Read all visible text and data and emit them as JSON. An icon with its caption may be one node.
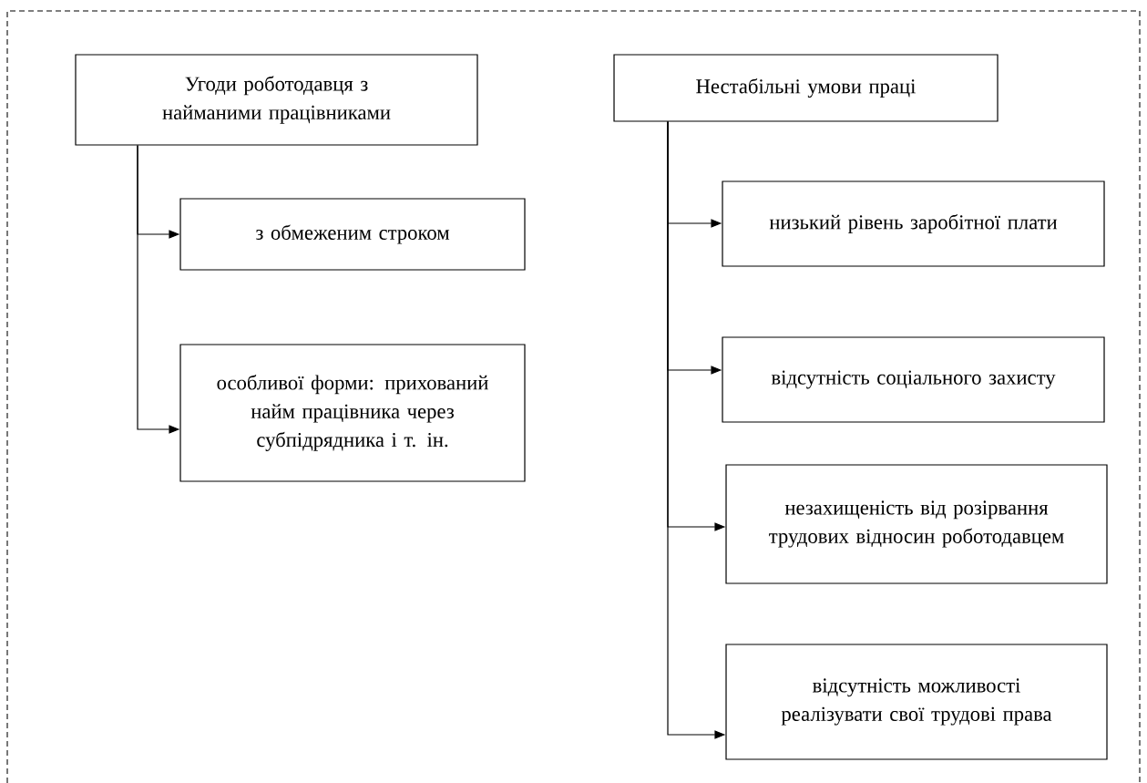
{
  "diagram": {
    "nodes": [
      {
        "text": [
          "Угоди роботодавця з найманими працівниками"
        ]
      },
      {
        "text": [
          "з обмеженим строком"
        ]
      },
      {
        "text": [
          "особливої форми: прихований найм працівника через субпідрядника і т. ін."
        ]
      },
      {
        "text": [
          "Нестабільні умови праці"
        ]
      },
      {
        "text": [
          "низький рівень заробітної плати"
        ]
      },
      {
        "text": [
          "відсутність соціального захисту"
        ]
      },
      {
        "text": [
          "незахищеність від розірвання трудових відносин роботодавцем"
        ]
      },
      {
        "text": [
          "відсутність можливості реалізувати свої  трудові права"
        ]
      }
    ],
    "edges": [
      {
        "from": 0,
        "to": 1,
        "arrow": "to"
      },
      {
        "from": 0,
        "to": 2,
        "arrow": "to"
      },
      {
        "from": 3,
        "to": 4,
        "arrow": "to"
      },
      {
        "from": 3,
        "to": 5,
        "arrow": "to"
      },
      {
        "from": 3,
        "to": 6,
        "arrow": "to"
      },
      {
        "from": 3,
        "to": 7,
        "arrow": "to"
      }
    ]
  }
}
